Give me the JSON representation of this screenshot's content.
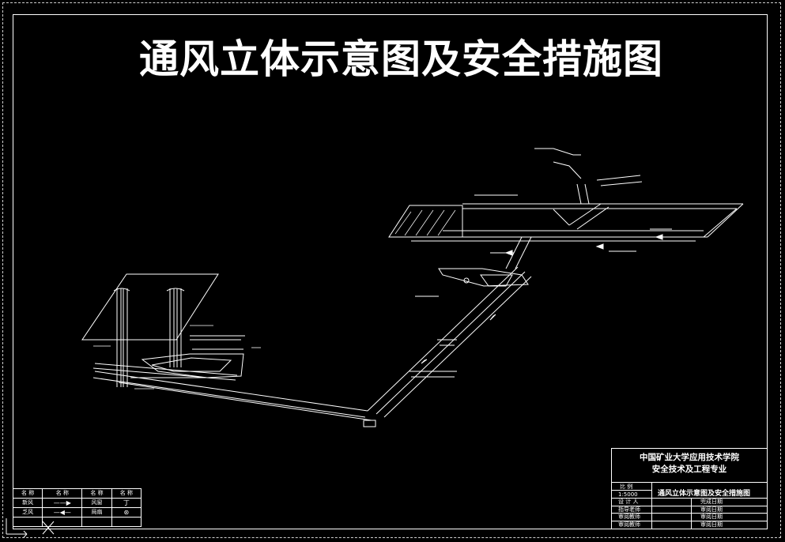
{
  "title": "通风立体示意图及安全措施图",
  "title_block": {
    "school": "中国矿业大学应用技术学院",
    "major": "安全技术及工程专业",
    "scale_label": "比    例",
    "scale_value": "1:5000",
    "drawing_name": "通风立体示意图及安全措施图",
    "rows": [
      {
        "left": "设 计 人",
        "right": "完成日期"
      },
      {
        "left": "指导老师",
        "right": "审阅日期"
      },
      {
        "left": "审阅教师",
        "right": "审阅日期"
      },
      {
        "left": "审阅教师",
        "right": "审阅日期"
      }
    ]
  },
  "legend": {
    "headers": [
      "名 称",
      "名 称",
      "名 称",
      "名 称"
    ],
    "rows": [
      {
        "name1": "新风",
        "sym1": "——▶",
        "name2": "风窗",
        "sym2": "丁"
      },
      {
        "name1": "乏风",
        "sym1": "—◀—",
        "name2": "局扇",
        "sym2": "⊛"
      }
    ]
  }
}
